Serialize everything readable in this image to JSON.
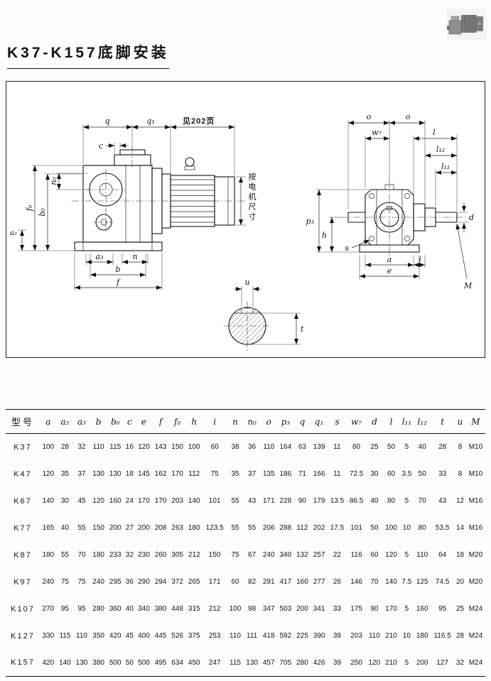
{
  "page": {
    "title": "K37-K157底脚安装"
  },
  "diagram": {
    "notes": {
      "see_page": "见202页",
      "per_motor": "按电机尺寸"
    },
    "left": {
      "q": "q",
      "q1": "q₁",
      "c": "c",
      "f0": "f₀",
      "b0": "b₀",
      "n0": "n₀",
      "a2": "a₂",
      "a3": "a₃",
      "n": "n",
      "b": "b",
      "f": "f"
    },
    "right": {
      "o_left": "o",
      "o_right": "o",
      "w7": "w₇",
      "l": "l",
      "l12": "l₁₂",
      "l11": "l₁₁",
      "p3": "p₃",
      "h": "h",
      "s": "s",
      "a": "a",
      "i": "i",
      "e": "e",
      "d": "d",
      "m": "M"
    },
    "section": {
      "u": "u",
      "t": "t"
    }
  },
  "table": {
    "model_header": "型号",
    "columns": [
      "a",
      "a₂",
      "a₃",
      "b",
      "b₀",
      "c",
      "e",
      "f",
      "f₀",
      "h",
      "i",
      "n",
      "n₀",
      "o",
      "p₃",
      "q",
      "q₁",
      "s",
      "w₇",
      "d",
      "l",
      "l₁₁",
      "l₁₂",
      "t",
      "u",
      "M"
    ],
    "rows": [
      {
        "model": "K37",
        "values": [
          "100",
          "28",
          "32",
          "110",
          "115",
          "16",
          "120",
          "143",
          "150",
          "100",
          "60",
          "38",
          "36",
          "110",
          "164",
          "63",
          "139",
          "11",
          "60",
          "25",
          "50",
          "5",
          "40",
          "28",
          "8",
          "M10"
        ]
      },
      {
        "model": "K47",
        "values": [
          "120",
          "35",
          "37",
          "130",
          "130",
          "18",
          "145",
          "162",
          "170",
          "112",
          "75",
          "35",
          "37",
          "135",
          "186",
          "71",
          "166",
          "11",
          "72.5",
          "30",
          "60",
          "3.5",
          "50",
          "33",
          "8",
          "M10"
        ]
      },
      {
        "model": "K67",
        "values": [
          "140",
          "30",
          "45",
          "120",
          "160",
          "24",
          "170",
          "170",
          "203",
          "140",
          "101",
          "55",
          "43",
          "171",
          "228",
          "90",
          "179",
          "13.5",
          "86.5",
          "40",
          "80",
          "5",
          "70",
          "43",
          "12",
          "M16"
        ]
      },
      {
        "model": "K77",
        "values": [
          "165",
          "40",
          "55",
          "150",
          "200",
          "27",
          "200",
          "208",
          "263",
          "180",
          "123.5",
          "55",
          "55",
          "206",
          "288",
          "112",
          "202",
          "17.5",
          "101",
          "50",
          "100",
          "10",
          "80",
          "53.5",
          "14",
          "M16"
        ]
      },
      {
        "model": "K87",
        "values": [
          "180",
          "55",
          "70",
          "180",
          "233",
          "32",
          "230",
          "260",
          "305",
          "212",
          "150",
          "75",
          "67",
          "240",
          "340",
          "132",
          "257",
          "22",
          "116",
          "60",
          "120",
          "5",
          "110",
          "64",
          "18",
          "M20"
        ]
      },
      {
        "model": "K97",
        "values": [
          "240",
          "75",
          "75",
          "240",
          "295",
          "36",
          "290",
          "294",
          "372",
          "265",
          "171",
          "60",
          "82",
          "291",
          "417",
          "160",
          "277",
          "26",
          "146",
          "70",
          "140",
          "7.5",
          "125",
          "74.5",
          "20",
          "M20"
        ]
      },
      {
        "model": "K107",
        "values": [
          "270",
          "95",
          "95",
          "280",
          "360",
          "40",
          "340",
          "380",
          "448",
          "315",
          "212",
          "100",
          "98",
          "347",
          "503",
          "200",
          "341",
          "33",
          "175",
          "90",
          "170",
          "5",
          "160",
          "95",
          "25",
          "M24"
        ]
      },
      {
        "model": "K127",
        "values": [
          "330",
          "115",
          "110",
          "350",
          "420",
          "45",
          "400",
          "445",
          "526",
          "375",
          "253",
          "110",
          "111",
          "418",
          "592",
          "225",
          "390",
          "39",
          "203",
          "110",
          "210",
          "10",
          "180",
          "116.5",
          "28",
          "M24"
        ]
      },
      {
        "model": "K157",
        "values": [
          "420",
          "140",
          "130",
          "380",
          "500",
          "50",
          "500",
          "495",
          "634",
          "450",
          "247",
          "115",
          "130",
          "457",
          "705",
          "280",
          "426",
          "39",
          "250",
          "120",
          "210",
          "5",
          "200",
          "127",
          "32",
          "M24"
        ]
      }
    ]
  }
}
